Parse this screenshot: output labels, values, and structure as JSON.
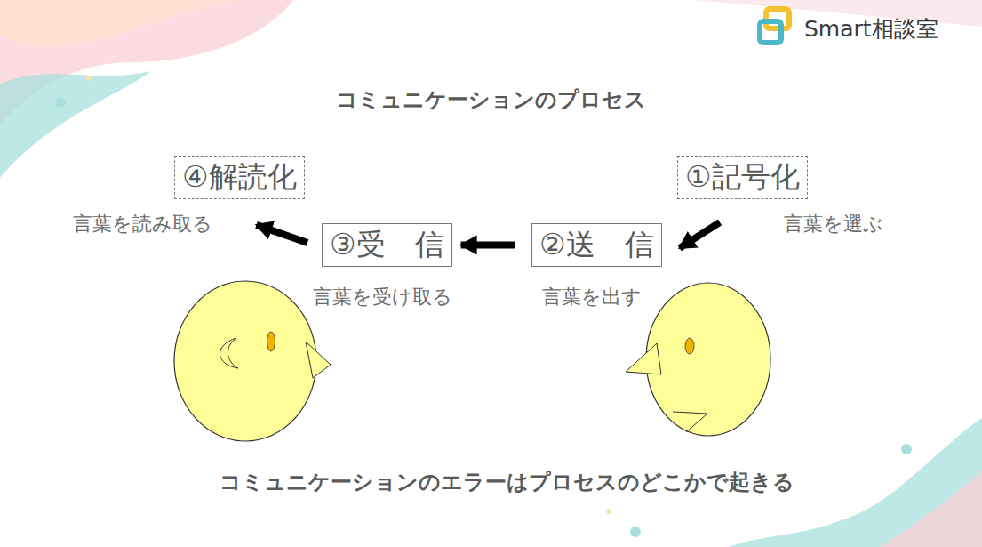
{
  "diagram": {
    "title": "コミュニケーションのプロセス",
    "caption": "コミュニケーションのエラーはプロセスのどこかで起きる",
    "nodes": [
      {
        "text": [
          "①記号化",
          "言葉を選ぶ"
        ]
      },
      {
        "text": [
          "②送　信",
          "言葉を出す"
        ]
      },
      {
        "text": [
          "③受　信",
          "言葉を受け取る"
        ]
      },
      {
        "text": [
          "④解読化",
          "言葉を読み取る"
        ]
      }
    ],
    "edges": [
      {
        "from": 0,
        "to": 1,
        "arrow": "to"
      },
      {
        "from": 1,
        "to": 2,
        "arrow": "to"
      },
      {
        "from": 2,
        "to": 3,
        "arrow": "to"
      }
    ],
    "labels": [
      "Smart相談室"
    ]
  }
}
